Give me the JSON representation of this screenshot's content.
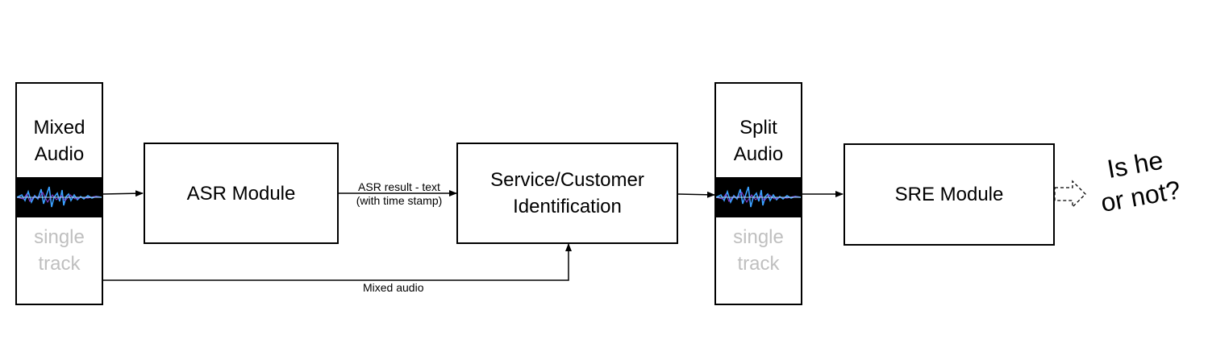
{
  "nodes": {
    "mixed_audio": {
      "title_line1": "Mixed",
      "title_line2": "Audio",
      "sub_line1": "single",
      "sub_line2": "track"
    },
    "asr_module": {
      "label": "ASR Module"
    },
    "identification": {
      "line1": "Service/Customer",
      "line2": "Identification"
    },
    "split_audio": {
      "title_line1": "Split",
      "title_line2": "Audio",
      "sub_line1": "single",
      "sub_line2": "track"
    },
    "sre_module": {
      "label": "SRE Module"
    }
  },
  "edges": {
    "asr_result_line1": "ASR result - text",
    "asr_result_line2": "(with time stamp)",
    "mixed_audio_label": "Mixed audio"
  },
  "output_question": {
    "line1": "Is he",
    "line2": "or not?"
  }
}
